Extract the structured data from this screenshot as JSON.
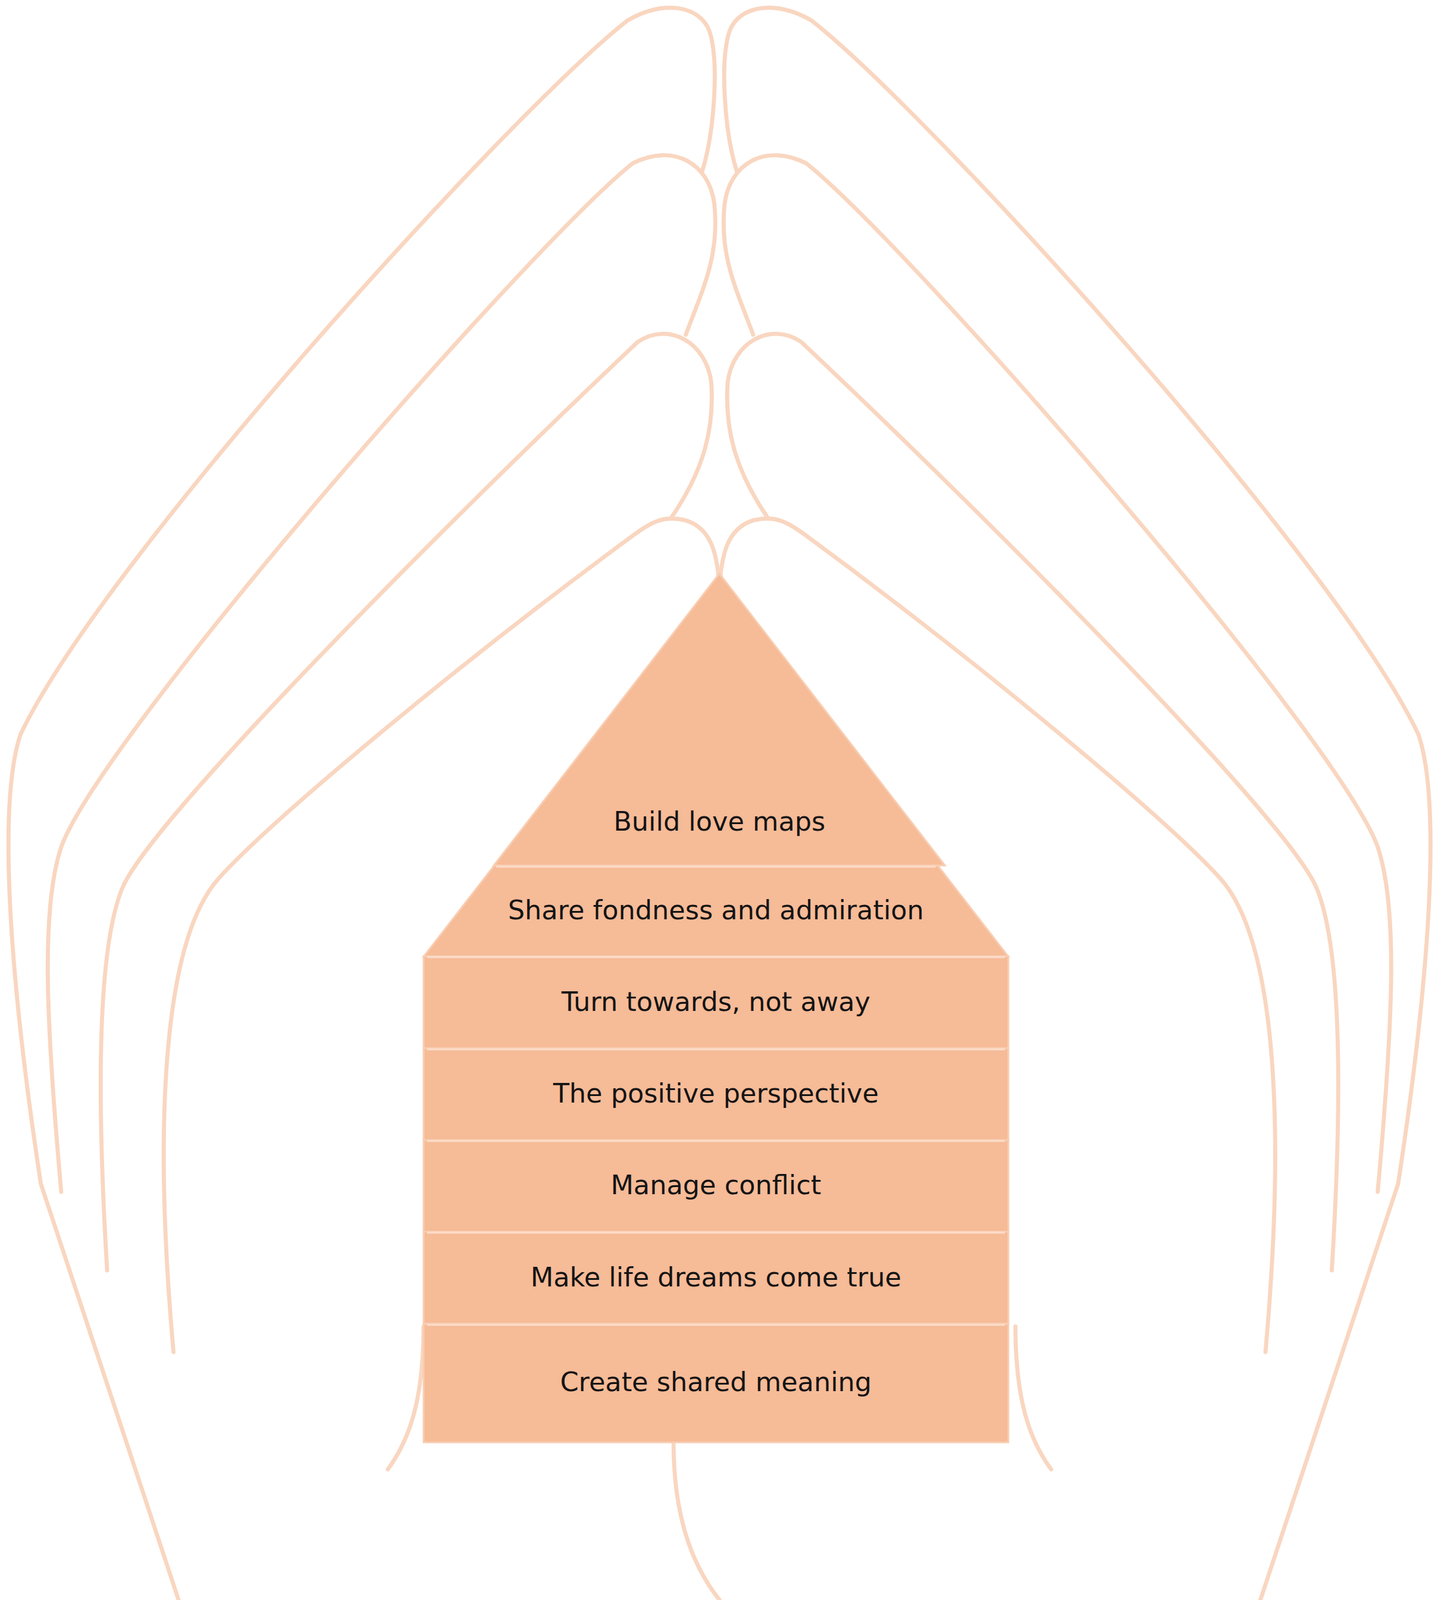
{
  "diagram": {
    "nodes": [
      {
        "text": [
          "Build love maps"
        ]
      },
      {
        "text": [
          "Share fondness and admiration"
        ]
      },
      {
        "text": [
          "Turn towards, not away"
        ]
      },
      {
        "text": [
          "The positive perspective"
        ]
      },
      {
        "text": [
          "Manage conflict"
        ]
      },
      {
        "text": [
          "Make life dreams come true"
        ]
      },
      {
        "text": [
          "Create shared meaning"
        ]
      }
    ]
  }
}
